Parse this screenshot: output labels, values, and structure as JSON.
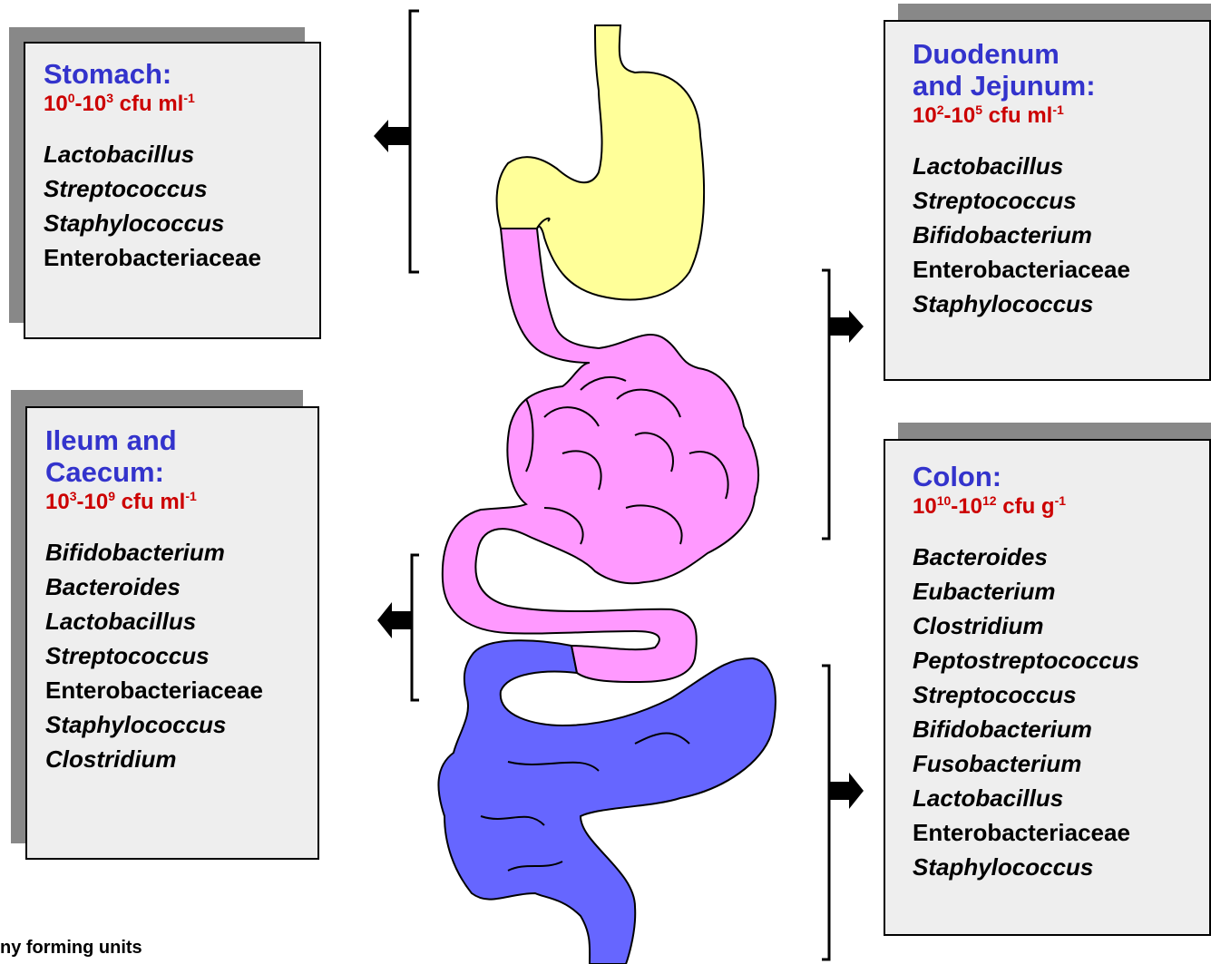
{
  "boxes": {
    "stomach": {
      "title_lines": [
        "Stomach:"
      ],
      "count": {
        "a": "10",
        "a_exp": "0",
        "b": "10",
        "b_exp": "3",
        "unit": " cfu ml",
        "unit_exp": "-1"
      },
      "taxa": [
        {
          "name": "Lactobacillus",
          "italic": true
        },
        {
          "name": "Streptococcus",
          "italic": true
        },
        {
          "name": "Staphylococcus",
          "italic": true
        },
        {
          "name": "Enterobacteriaceae",
          "italic": false
        }
      ]
    },
    "duodenum": {
      "title_lines": [
        "Duodenum",
        "and Jejunum:"
      ],
      "count": {
        "a": "10",
        "a_exp": "2",
        "b": "10",
        "b_exp": "5",
        "unit": " cfu ml",
        "unit_exp": "-1"
      },
      "taxa": [
        {
          "name": "Lactobacillus",
          "italic": true
        },
        {
          "name": "Streptococcus",
          "italic": true
        },
        {
          "name": "Bifidobacterium",
          "italic": true
        },
        {
          "name": "Enterobacteriaceae",
          "italic": false
        },
        {
          "name": "Staphylococcus",
          "italic": true
        }
      ]
    },
    "ileum": {
      "title_lines": [
        "Ileum and",
        "Caecum:"
      ],
      "count": {
        "a": "10",
        "a_exp": "3",
        "b": "10",
        "b_exp": "9",
        "unit": " cfu ml",
        "unit_exp": "-1"
      },
      "taxa": [
        {
          "name": "Bifidobacterium",
          "italic": true
        },
        {
          "name": "Bacteroides",
          "italic": true
        },
        {
          "name": "Lactobacillus",
          "italic": true
        },
        {
          "name": "Streptococcus",
          "italic": true
        },
        {
          "name": "Enterobacteriaceae",
          "italic": false
        },
        {
          "name": "Staphylococcus",
          "italic": true
        },
        {
          "name": "Clostridium",
          "italic": true
        }
      ]
    },
    "colon": {
      "title_lines": [
        "Colon:"
      ],
      "count": {
        "a": "10",
        "a_exp": "10",
        "b": "10",
        "b_exp": "12",
        "unit": " cfu g",
        "unit_exp": "-1"
      },
      "taxa": [
        {
          "name": "Bacteroides",
          "italic": true
        },
        {
          "name": "Eubacterium",
          "italic": true
        },
        {
          "name": "Clostridium",
          "italic": true
        },
        {
          "name": "Peptostreptococcus",
          "italic": true
        },
        {
          "name": "Streptococcus",
          "italic": true
        },
        {
          "name": "Bifidobacterium",
          "italic": true
        },
        {
          "name": "Fusobacterium",
          "italic": true
        },
        {
          "name": "Lactobacillus",
          "italic": true
        },
        {
          "name": "Enterobacteriaceae",
          "italic": false
        },
        {
          "name": "Staphylococcus",
          "italic": true
        }
      ]
    }
  },
  "footnote": "ny forming units",
  "colors": {
    "stomach": "#ffff99",
    "small_intestine": "#ff99ff",
    "colon": "#6666ff",
    "title": "#3333cc",
    "count": "#cc0000",
    "box_fill": "#eeeeee",
    "box_shadow": "#888888"
  }
}
